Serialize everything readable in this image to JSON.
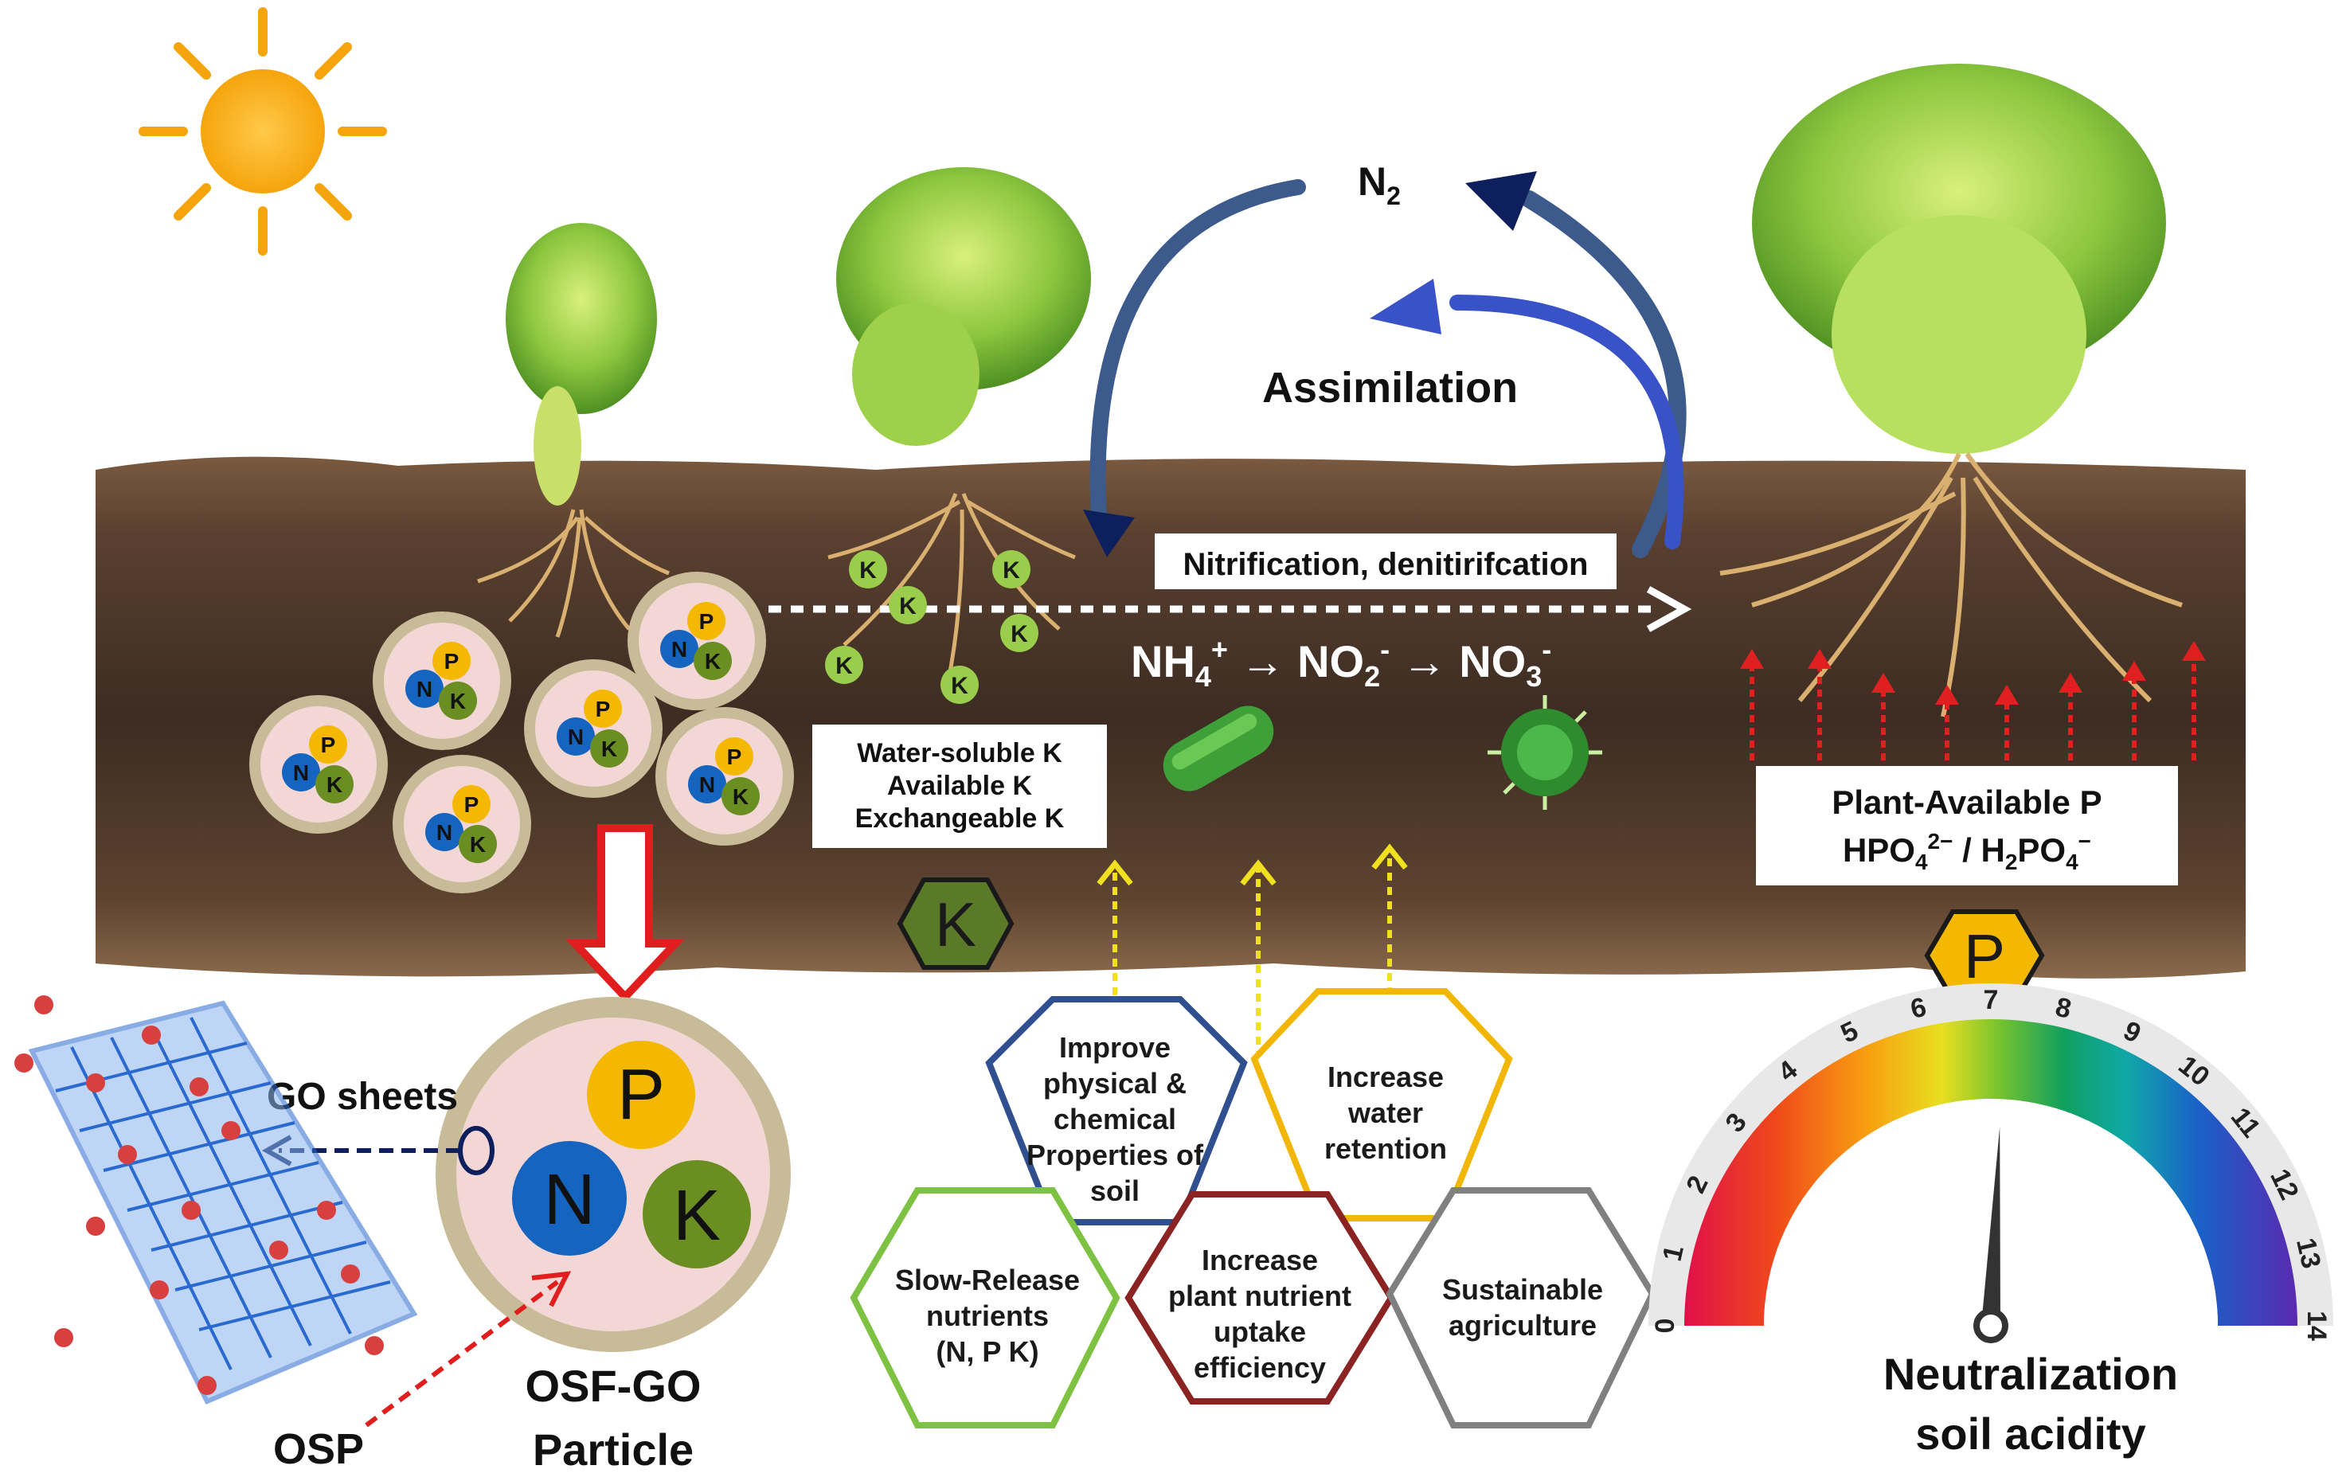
{
  "n2_label": "N2",
  "assimilation_label": "Assimilation",
  "nitrification_label": "Nitrification, denitirifcation",
  "nh4_label": "NH4+",
  "no2_label": "NO2-",
  "no3_label": "NO3-",
  "potassium_box": [
    "Water-soluble K",
    "Available K",
    "Exchangeable K"
  ],
  "k_hex_letter": "K",
  "phosphorus_box": [
    "Plant-Available P",
    "HPO4 2− / H2PO4 −"
  ],
  "p_hex_letter": "P",
  "particle_letters": {
    "p": "P",
    "n": "N",
    "k": "K"
  },
  "go_sheets_label": "GO sheets",
  "osp_label": "OSP",
  "particle_label": [
    "OSF-GO",
    "Particle"
  ],
  "benefits": {
    "improve": [
      "Improve",
      "physical &",
      "chemical",
      "Properties of",
      "soil"
    ],
    "water": [
      "Increase",
      "water",
      "retention"
    ],
    "slow": [
      "Slow-Release",
      "nutrients",
      "(N, P K)"
    ],
    "uptake": [
      "Increase",
      "plant nutrient",
      "uptake",
      "efficiency"
    ],
    "sustainable": [
      "Sustainable",
      "agriculture"
    ]
  },
  "ph_scale": [
    "0",
    "1",
    "2",
    "3",
    "4",
    "5",
    "6",
    "7",
    "8",
    "9",
    "10",
    "11",
    "12",
    "13",
    "14"
  ],
  "ph_needle_value": 7.2,
  "neutralization_label": [
    "Neutralization",
    "soil acidity"
  ],
  "colors": {
    "improve": "#2f4f8f",
    "water": "#f2b705",
    "slow": "#7dc242",
    "uptake": "#8b2323",
    "sustainable": "#808080",
    "k_hex": "#5a7a2a",
    "p_hex": "#f5b800",
    "p_circle": "#f5b800",
    "n_circle": "#1565c0",
    "k_circle": "#6b8e23"
  }
}
